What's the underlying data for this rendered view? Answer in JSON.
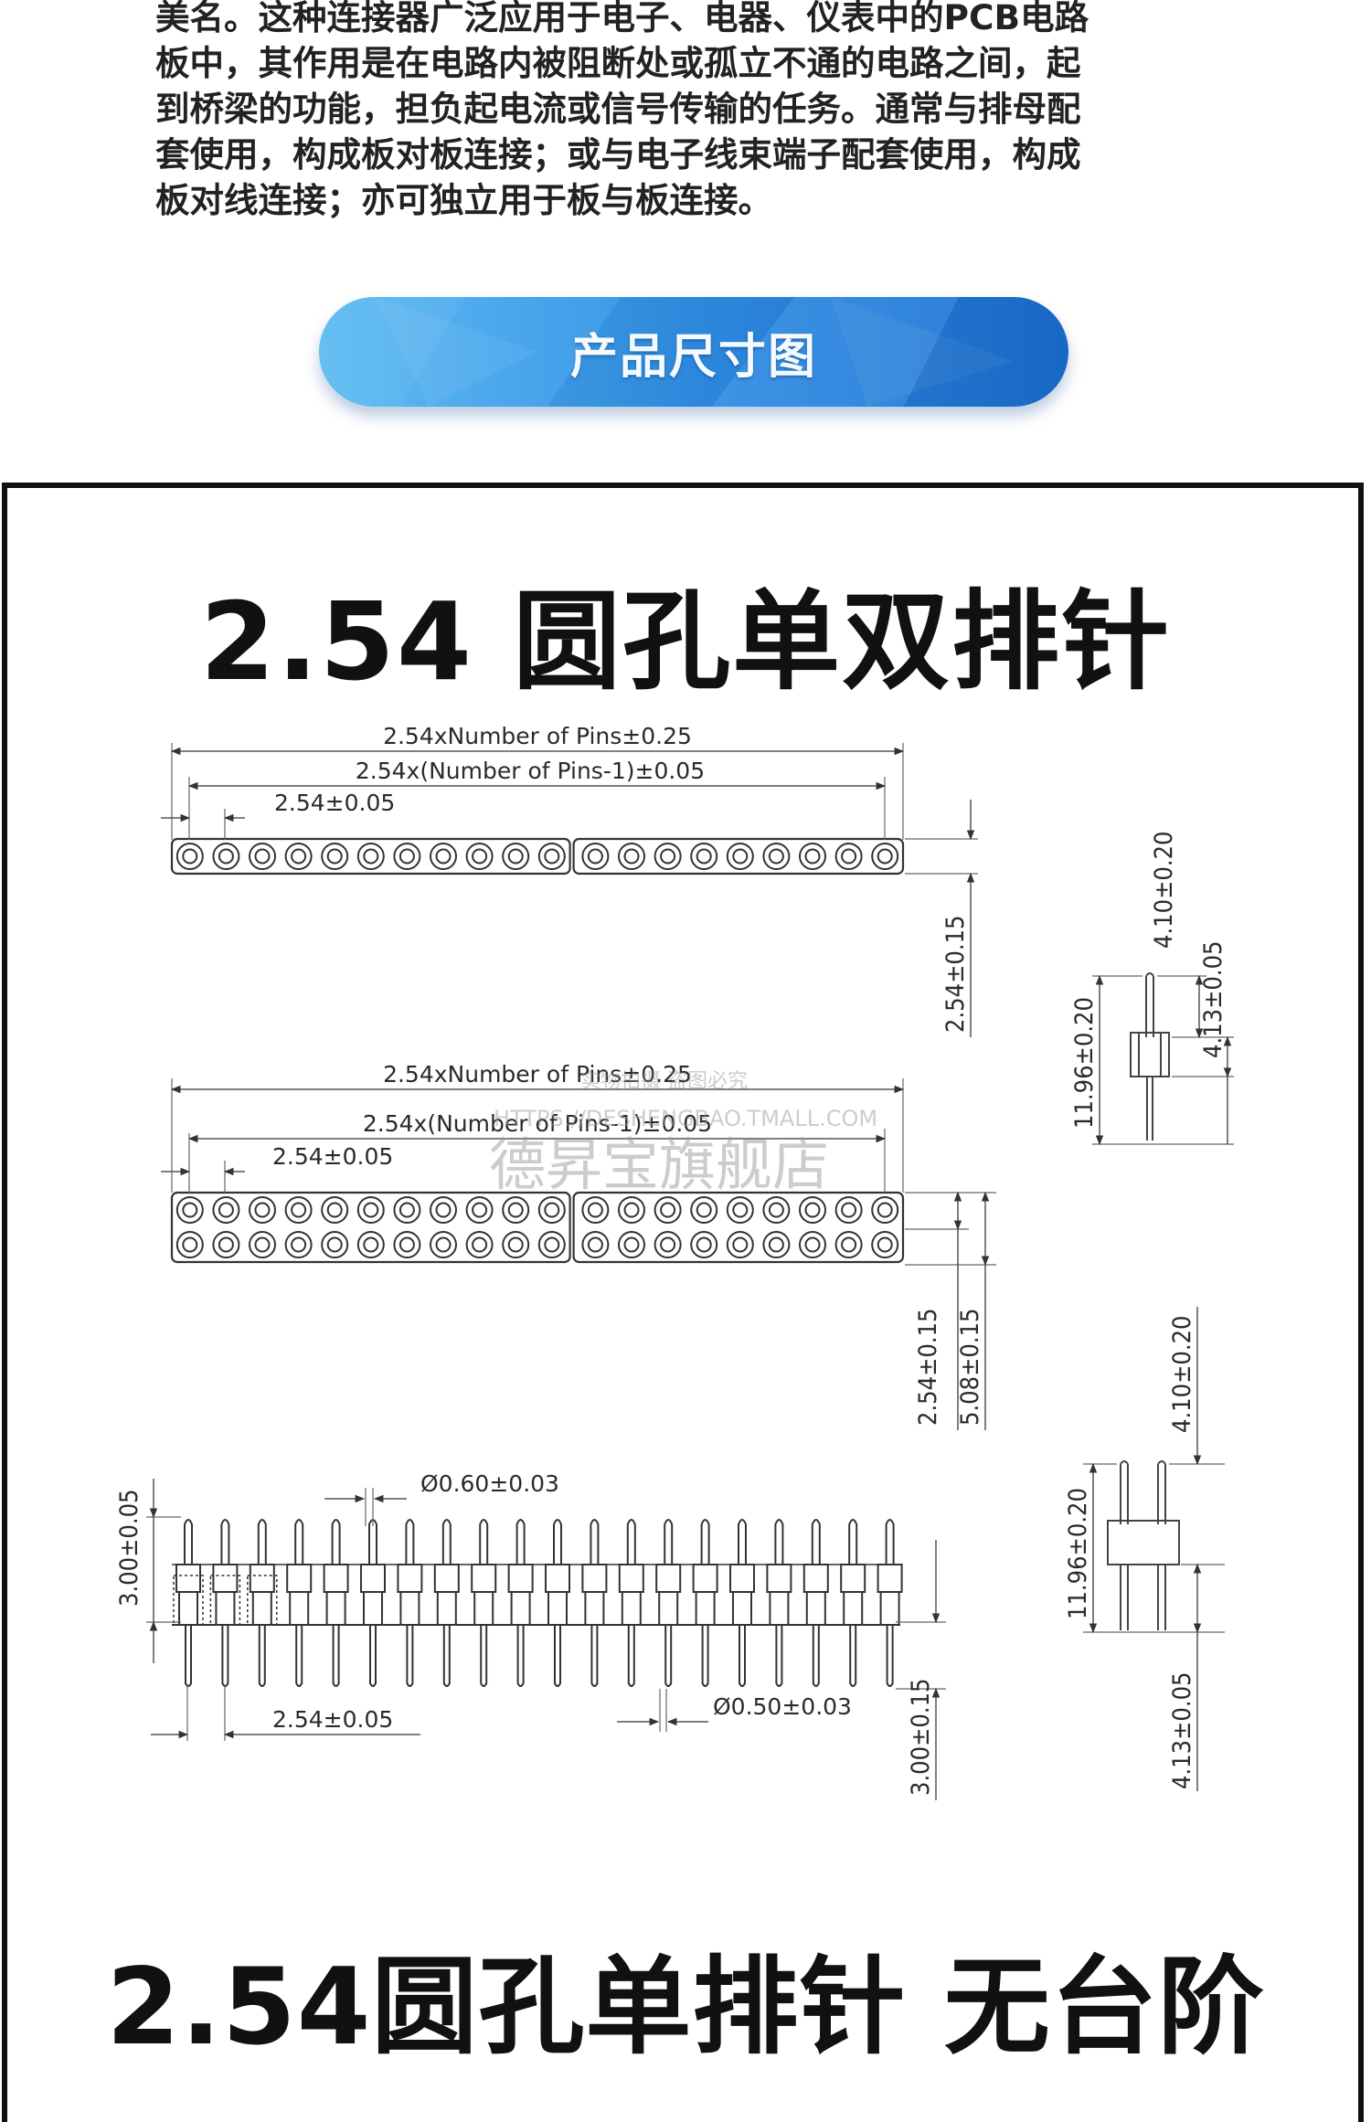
{
  "intro": {
    "lines": [
      "美名。这种连接器广泛应用于电子、电器、仪表中的PCB电路",
      "板中，其作用是在电路内被阻断处或孤立不通的电路之间，起",
      "到桥梁的功能，担负起电流或信号传输的任务。通常与排母配",
      "套使用，构成板对板连接；或与电子线束端子配套使用，构成",
      "板对线连接；亦可独立用于板与板连接。"
    ]
  },
  "banner": {
    "label": "产品尺寸图",
    "colors": [
      "#55b8f2",
      "#1a6fd2"
    ]
  },
  "diagram": {
    "title": "2.54 圆孔单双排针",
    "footer_title": "2.54圆孔单排针 无台阶",
    "single_row": {
      "overall_length": "2.54xNumber  of  Pins±0.25",
      "pitch_span": "2.54x(Number  of  Pins-1)±0.05",
      "pitch": "2.54±0.05",
      "height": "2.54±0.15",
      "holes_per_segment": [
        11,
        9
      ]
    },
    "double_row": {
      "overall_length": "2.54xNumber  of  Pins±0.25",
      "pitch_span": "2.54x(Number  of  Pins-1)±0.05",
      "pitch": "2.54±0.05",
      "row_pitch": "2.54±0.15",
      "height": "5.08±0.15",
      "holes_per_segment": [
        11,
        9
      ]
    },
    "single_side_view": {
      "upper_pin": "4.10±0.20",
      "lower_pin": "4.13±0.05",
      "overall": "11.96±0.20"
    },
    "double_side_view": {
      "upper_pin": "4.10±0.20",
      "overall": "11.96±0.20",
      "lower_pin": "4.13±0.05"
    },
    "pin_front_view": {
      "body_height": "3.00±0.05",
      "upper_diameter": "Ø0.60±0.03",
      "lower_diameter": "Ø0.50±0.03",
      "pitch": "2.54±0.05",
      "tail_length": "3.00±0.15",
      "pin_count": 20
    },
    "watermark": {
      "shop": "德昇宝旗舰店",
      "url": "HTTPS://DESHENGBAO.TMALL.COM",
      "notice": "实物拍摄  盗图必究"
    }
  }
}
